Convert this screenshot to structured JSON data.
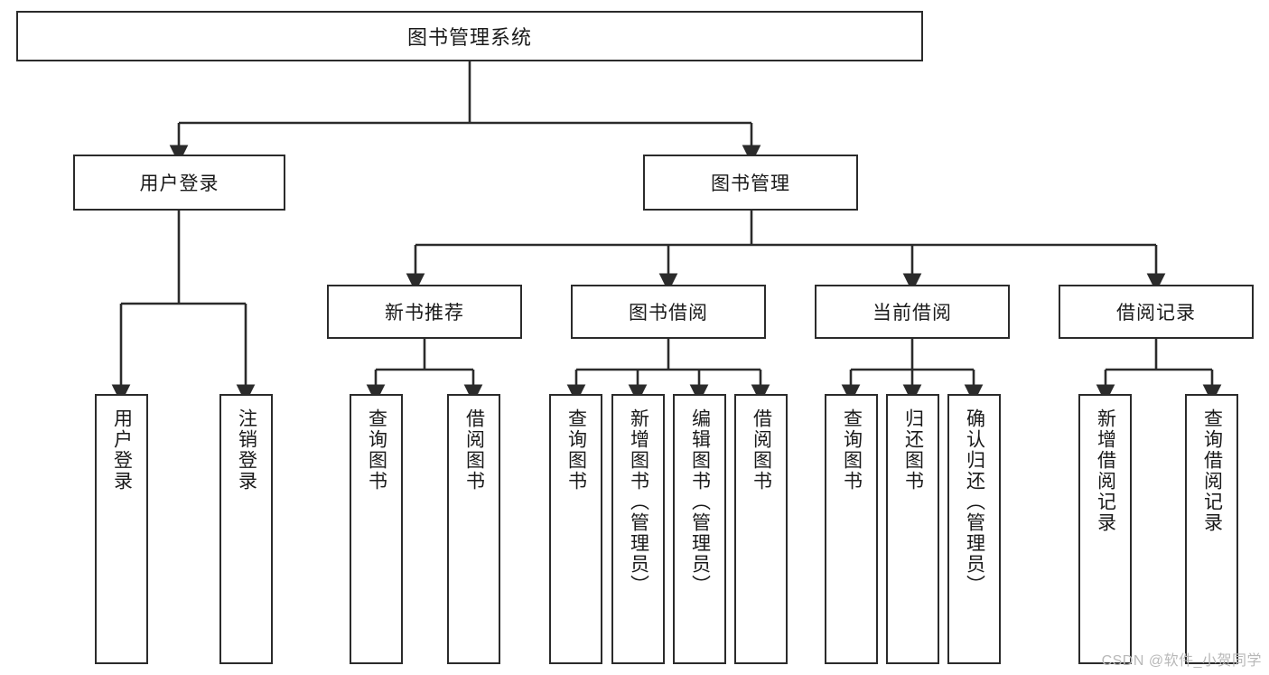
{
  "diagram": {
    "title": "图书管理系统",
    "type": "tree-hierarchy",
    "watermark": "CSDN @软件_小贺同学",
    "colors": {
      "stroke": "#2b2b2b",
      "fill": "#ffffff",
      "text": "#1a1a1a",
      "watermark": "#b8b8b8"
    },
    "nodes": {
      "root": "图书管理系统",
      "level1": [
        "用户登录",
        "图书管理"
      ],
      "level2": [
        "新书推荐",
        "图书借阅",
        "当前借阅",
        "借阅记录"
      ],
      "leaves": {
        "user_login": [
          "用户登录",
          "注销登录"
        ],
        "new_book": [
          "查询图书",
          "借阅图书"
        ],
        "book_borrow": [
          "查询图书",
          "新增图书（管理员）",
          "编辑图书（管理员）",
          "借阅图书"
        ],
        "current_borrow": [
          "查询图书",
          "归还图书",
          "确认归还（管理员）"
        ],
        "borrow_record": [
          "新增借阅记录",
          "查询借阅记录"
        ]
      }
    }
  }
}
